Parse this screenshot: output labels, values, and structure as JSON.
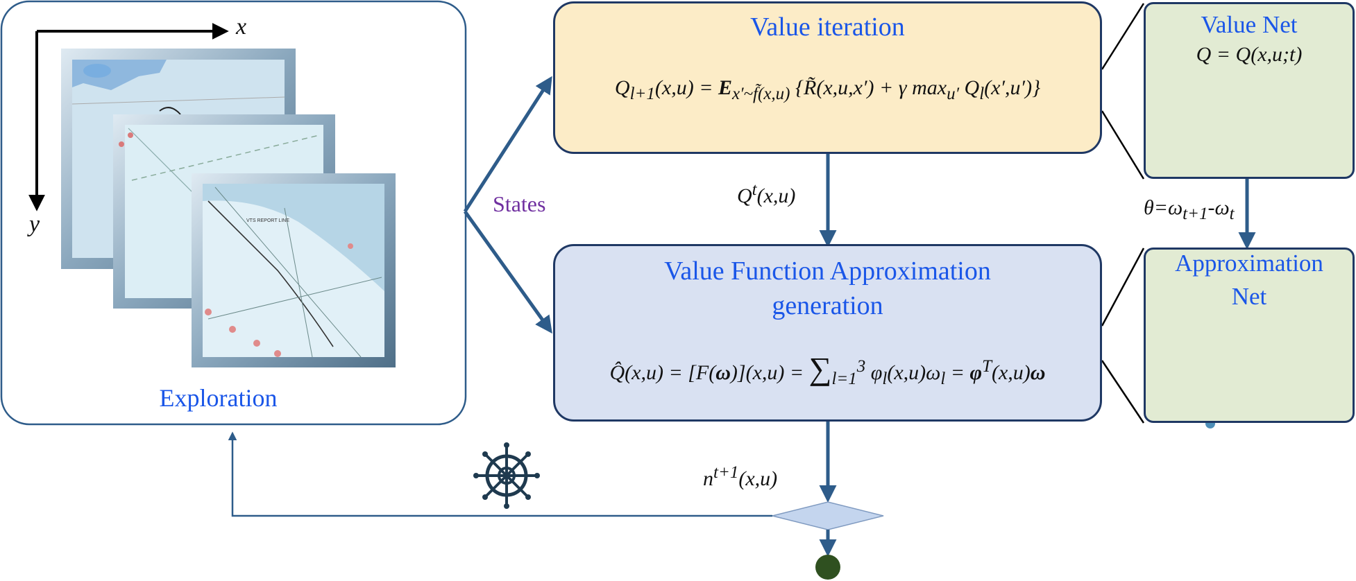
{
  "exploration": {
    "label": "Exploration",
    "axis_x": "x",
    "axis_y": "y",
    "map_texts": [
      "VTS REPORT LINE"
    ]
  },
  "states_label": "States",
  "value_iteration": {
    "title": "Value iteration",
    "formula_lhs": "Q",
    "formula": "Q_{l+1}(x,u) = E_{x'~f̃(x,u)} { R̃(x,u,x') + γ max_{u'} Q_l(x',u') }"
  },
  "vfa": {
    "title_line1": "Value Function Approximation",
    "title_line2": "generation",
    "formula": "Q̂(x,u) = [F(ω)](x,u) = Σ_{l=1}^{3} φ_l(x,u) ω_l = φ^T(x,u) ω"
  },
  "value_net": {
    "title": "Value Net",
    "formula": "Q = Q(x,u;t)"
  },
  "approx_net": {
    "title_line1": "Approximation",
    "title_line2": "Net"
  },
  "arrows": {
    "q_t": "Q^t(x,u)",
    "theta": "θ=ω_{t+1}-ω_t",
    "n_t1": "n^{t+1}(x,u)"
  },
  "icons": [
    "ship-wheel-icon",
    "neural-net-icon"
  ],
  "colors": {
    "box_border": "#1f3864",
    "value_iteration_fill": "#fcecc7",
    "vfa_fill": "#d9e1f2",
    "net_fill": "#e2ebd3",
    "arrow": "#2e5c8a",
    "title_text": "#1a56e8",
    "states_text": "#7030a0",
    "terminal_node": "#2f5020"
  }
}
